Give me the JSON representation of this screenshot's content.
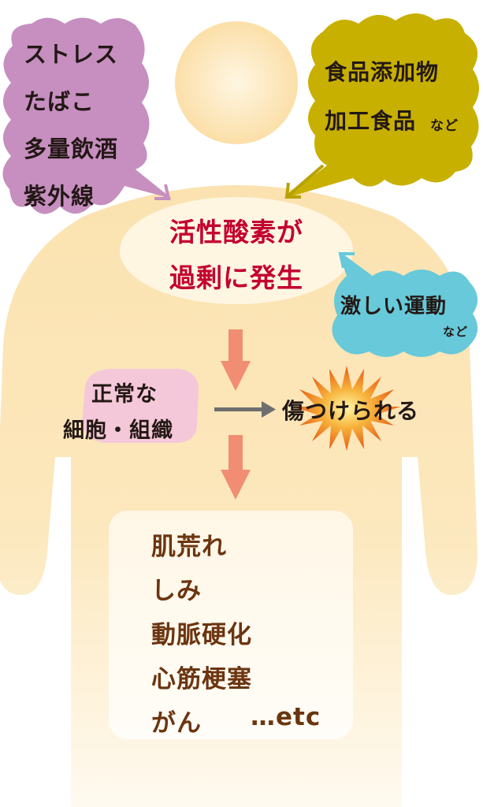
{
  "colors": {
    "skin": "#fbe2b0",
    "skin_light": "#fff7e4",
    "head_center": "#fff4dc",
    "purple_bubble": "#c68fc0",
    "olive_bubble": "#c8b000",
    "cyan_bubble": "#67c9d9",
    "pink_cell": "#f5c8d9",
    "arrow_salmon": "#f08d72",
    "text_red": "#c3002f",
    "text_brown": "#6b3510",
    "text_dark": "#231815"
  },
  "icons": [
    "burst-star-icon",
    "right-arrow-icon",
    "down-arrow-icon"
  ],
  "causes_left": [
    "ストレス",
    "たばこ",
    "多量飲酒",
    "紫外線"
  ],
  "causes_right": {
    "line1": "食品添加物",
    "line2": "加工食品",
    "suffix": "など"
  },
  "center": {
    "line1": "活性酸素が",
    "line2": "過剰に発生"
  },
  "exercise": {
    "label": "激しい運動",
    "suffix": "など"
  },
  "cells": {
    "line1": "正常な",
    "line2": "細胞・組織"
  },
  "damage": "傷つけられる",
  "results": [
    "肌荒れ",
    "しみ",
    "動脈硬化",
    "心筋梗塞",
    "がん"
  ],
  "results_etc": "…etc"
}
